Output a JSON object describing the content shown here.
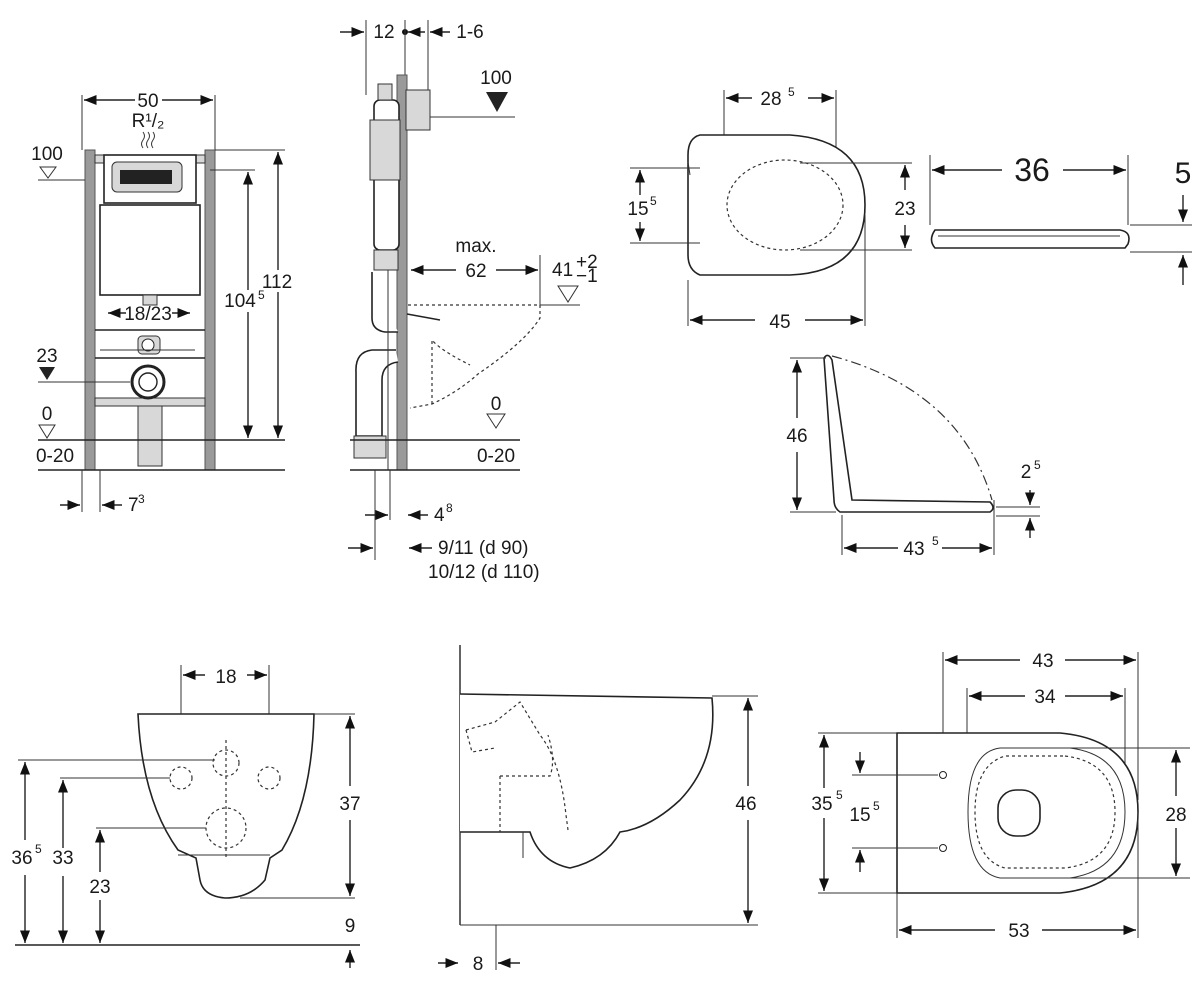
{
  "front_frame": {
    "width_50": "50",
    "thread": "R¹/₂",
    "level_100": "100",
    "height_112": "112",
    "height_104": "104",
    "height_104_sup": "5",
    "spacing": "18/23",
    "level_23": "23",
    "level_0": "0",
    "range_0_20": "0-20",
    "offset_7": "7",
    "offset_7_sup": "3"
  },
  "side_frame": {
    "dim_12": "12",
    "dim_1_6": "1-6",
    "level_100": "100",
    "max_label": "max.",
    "dim_62": "62",
    "dim_41": "41",
    "tol_plus": "+2",
    "tol_minus": "−1",
    "level_0": "0",
    "range_0_20": "0-20",
    "dim_4": "4",
    "dim_4_sup": "8",
    "pipe_90": "9/11 (d 90)",
    "pipe_110": "10/12 (d 110)"
  },
  "seat_top": {
    "dim_28": "28",
    "dim_28_sup": "5",
    "dim_15": "15",
    "dim_15_sup": "5",
    "dim_23": "23",
    "dim_45": "45"
  },
  "seat_side": {
    "dim_36": "36",
    "dim_5": "5"
  },
  "seat_hinge": {
    "dim_46": "46",
    "dim_2": "2",
    "dim_2_sup": "5",
    "dim_43": "43",
    "dim_43_sup": "5"
  },
  "bowl_front": {
    "dim_18": "18",
    "dim_37": "37",
    "dim_36": "36",
    "dim_36_sup": "5",
    "dim_33": "33",
    "dim_23": "23",
    "dim_9": "9"
  },
  "bowl_side": {
    "dim_46": "46",
    "dim_8": "8"
  },
  "bowl_top": {
    "dim_43": "43",
    "dim_34": "34",
    "dim_35": "35",
    "dim_35_sup": "5",
    "dim_15": "15",
    "dim_15_sup": "5",
    "dim_28": "28",
    "dim_53": "53"
  }
}
